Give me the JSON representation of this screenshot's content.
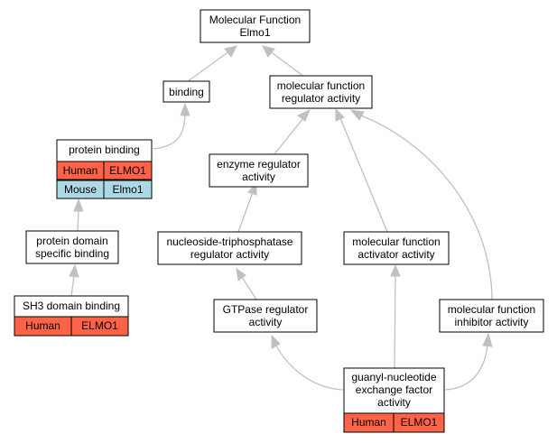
{
  "nodes": {
    "mf_elmo1": {
      "lines": [
        "Molecular Function",
        "Elmo1"
      ]
    },
    "binding": {
      "lines": [
        "binding"
      ]
    },
    "mf_regulator": {
      "lines": [
        "molecular function",
        "regulator activity"
      ]
    },
    "protein_binding": {
      "lines": [
        "protein binding"
      ],
      "rows": [
        {
          "species": "Human",
          "gene": "ELMO1",
          "color": "#ff6347"
        },
        {
          "species": "Mouse",
          "gene": "Elmo1",
          "color": "#add8e6"
        }
      ]
    },
    "enzyme_regulator": {
      "lines": [
        "enzyme regulator",
        "activity"
      ]
    },
    "protein_domain": {
      "lines": [
        "protein domain",
        "specific binding"
      ]
    },
    "ntpase_regulator": {
      "lines": [
        "nucleoside-triphosphatase",
        "regulator activity"
      ]
    },
    "mf_activator": {
      "lines": [
        "molecular function",
        "activator activity"
      ]
    },
    "sh3": {
      "lines": [
        "SH3 domain binding"
      ],
      "rows": [
        {
          "species": "Human",
          "gene": "ELMO1",
          "color": "#ff6347"
        }
      ]
    },
    "gtpase_regulator": {
      "lines": [
        "GTPase regulator",
        "activity"
      ]
    },
    "mf_inhibitor": {
      "lines": [
        "molecular function",
        "inhibitor activity"
      ]
    },
    "gef": {
      "lines": [
        "guanyl-nucleotide",
        "exchange factor",
        "activity"
      ],
      "rows": [
        {
          "species": "Human",
          "gene": "ELMO1",
          "color": "#ff6347"
        }
      ]
    }
  },
  "colors": {
    "edge": "#c0c0c0",
    "human": "#ff6347",
    "mouse": "#add8e6"
  }
}
